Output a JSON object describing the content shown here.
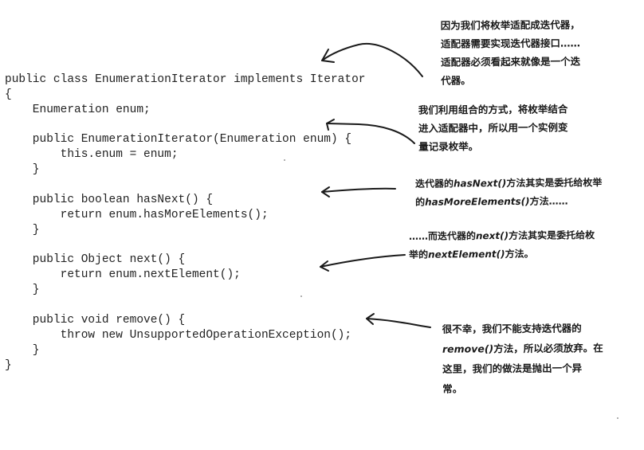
{
  "code": [
    "public class EnumerationIterator implements Iterator",
    "{",
    "    Enumeration enum;",
    "",
    "    public EnumerationIterator(Enumeration enum) {",
    "        this.enum = enum;",
    "    }",
    "",
    "    public boolean hasNext() {",
    "        return enum.hasMoreElements();",
    "    }",
    "",
    "    public Object next() {",
    "        return enum.nextElement();",
    "    }",
    "",
    "    public void remove() {",
    "        throw new UnsupportedOperationException();",
    "    }",
    "}"
  ],
  "notes": {
    "adapter": [
      "因为我们将枚举适配成迭代器，",
      "适配器需要实现迭代器接口……",
      "适配器必须看起来就像是一个迭",
      "代器。"
    ],
    "composition": [
      "我们利用组合的方式，将枚举结合",
      "进入适配器中，所以用一个实例变",
      "量记录枚举。"
    ],
    "hasnext": {
      "line1_a": "迭代器的",
      "line1_method": "hasNext()",
      "line1_b": "方法其实是委托给枚举",
      "line2_a": "的",
      "line2_method": "hasMoreElements()",
      "line2_b": "方法……"
    },
    "next": {
      "line1_a": "……而迭代器的",
      "line1_method": "next()",
      "line1_b": "方法其实是委托给枚",
      "line2_a": "举的",
      "line2_method": "nextElement()",
      "line2_b": "方法。"
    },
    "remove": {
      "line1": "很不幸，我们不能支持迭代器的",
      "line2_method": "remove()",
      "line2_b": "方法，所以必须放弃。在",
      "line3": "这里，我们的做法是抛出一个异",
      "line4": "常。"
    }
  }
}
